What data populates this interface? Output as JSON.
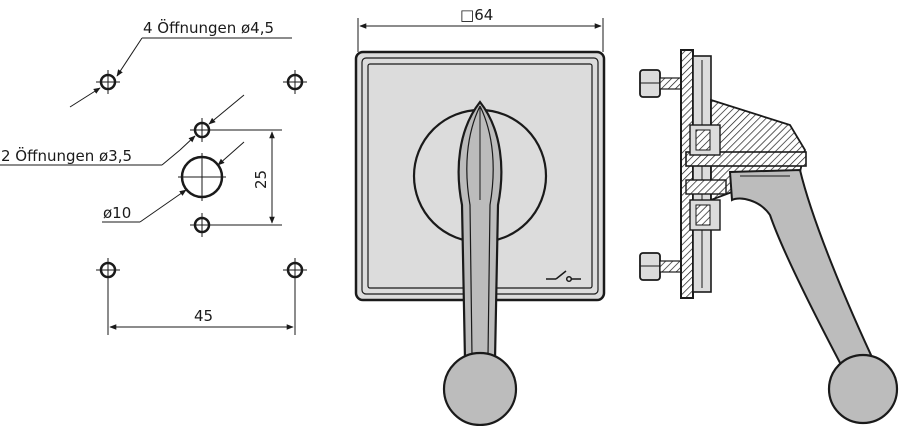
{
  "labels": {
    "holes_four": "4 Öffnungen ø4,5",
    "holes_two": "2 Öffnungen ø3,5",
    "center_hole": "ø10",
    "vertical_spacing": "25",
    "horizontal_spacing": "45",
    "plate_size": "64",
    "plate_size_symbol": "□"
  },
  "colors": {
    "line": "#1a1a1a",
    "plate_fill": "#dcdcdc",
    "handle_fill": "#bcbcbc",
    "hatch": "#1a1a1a"
  }
}
